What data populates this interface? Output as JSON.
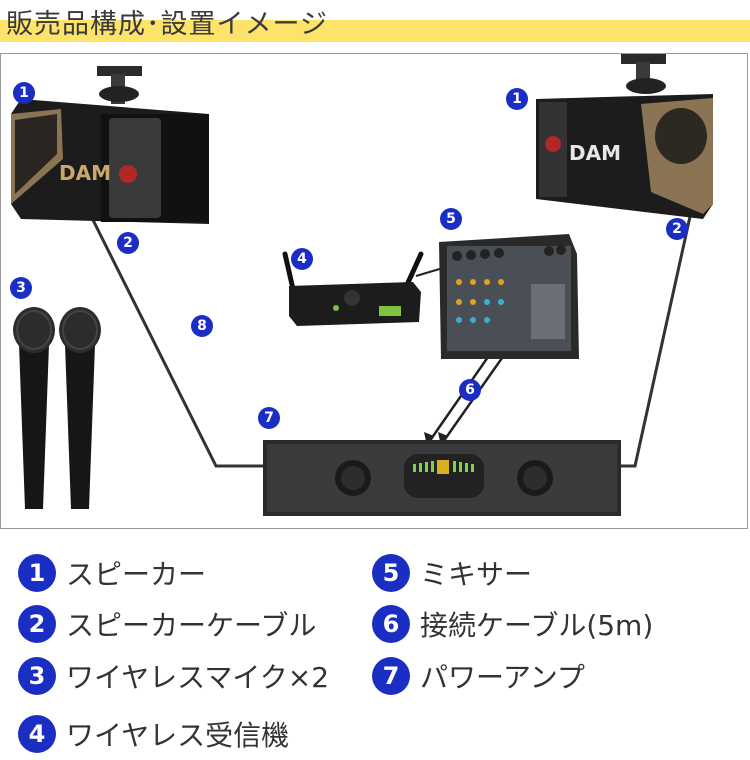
{
  "title": "販売品構成･設置イメージ",
  "diagram": {
    "speaker_brand": "DAM",
    "markers": [
      "1",
      "1",
      "2",
      "2",
      "3",
      "4",
      "5",
      "6",
      "7",
      "8"
    ]
  },
  "legend": [
    {
      "num": "1",
      "label": "スピーカー"
    },
    {
      "num": "2",
      "label": "スピーカーケーブル"
    },
    {
      "num": "3",
      "label": "ワイヤレスマイク×2"
    },
    {
      "num": "4",
      "label": "ワイヤレス受信機"
    },
    {
      "num": "5",
      "label": "ミキサー"
    },
    {
      "num": "6",
      "label": "接続ケーブル(5m)"
    },
    {
      "num": "7",
      "label": "パワーアンプ"
    }
  ],
  "colors": {
    "accent_blue": "#1b2ec4",
    "title_highlight": "#fde36a"
  }
}
